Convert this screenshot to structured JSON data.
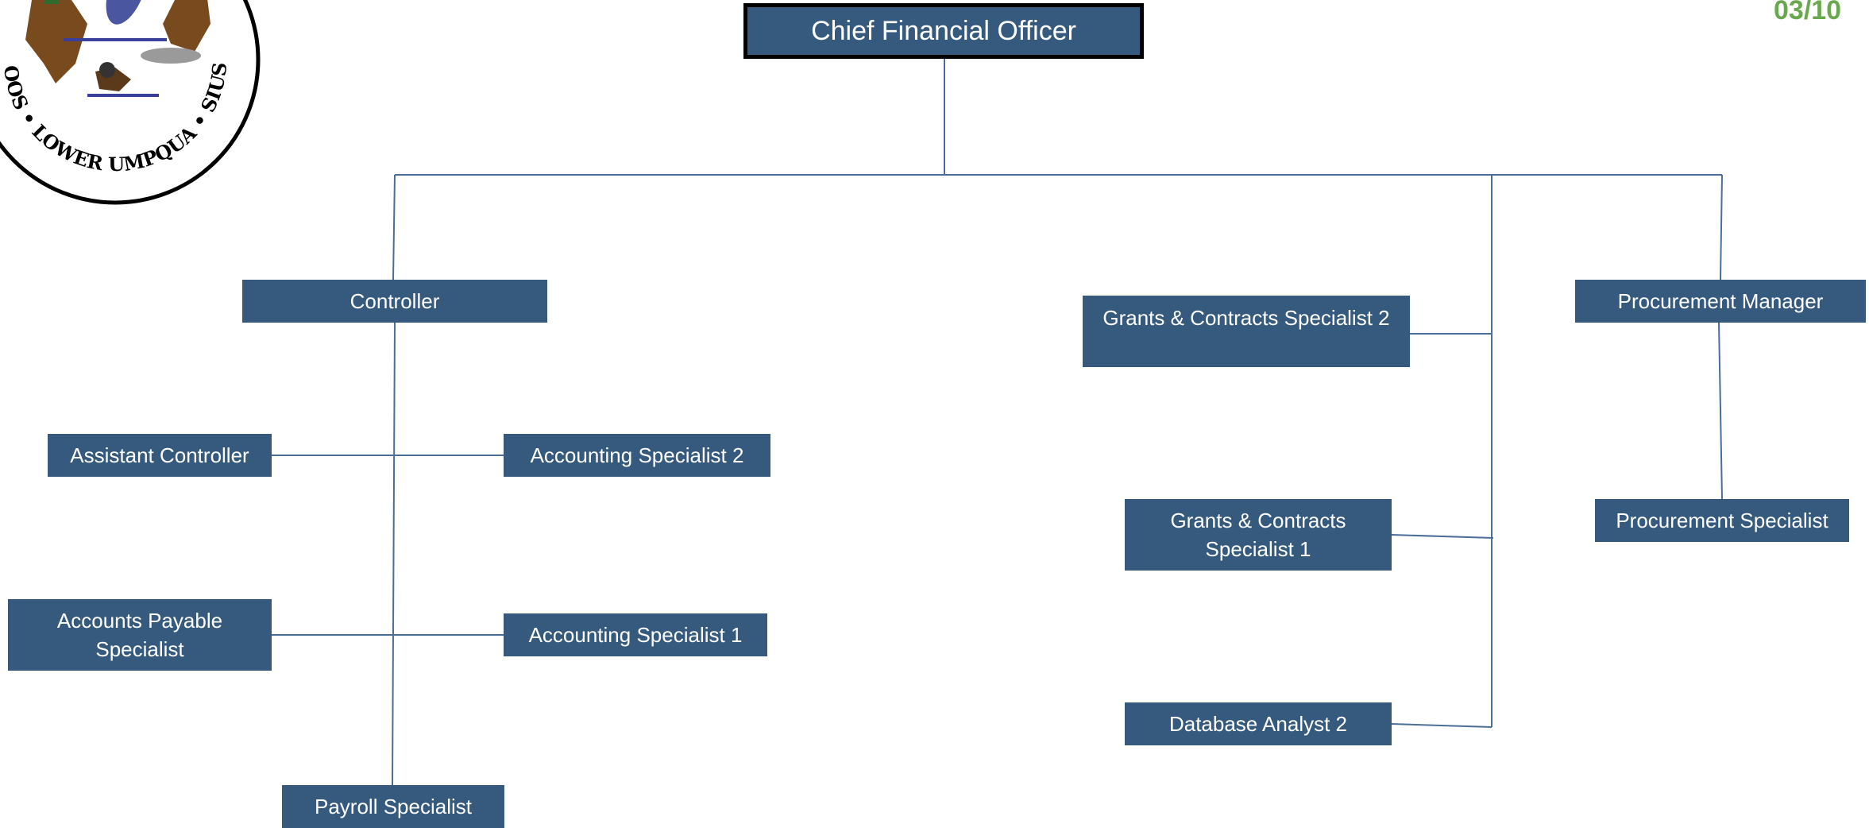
{
  "colors": {
    "box": "#355a7e",
    "line": "#4b6e96",
    "date": "#6aa84f"
  },
  "header": {
    "date_fragment": "03/10"
  },
  "logo": {
    "seal_text": "OF COOS • LOWER UMPQUA • SIUSLAW",
    "icon": "tribal-seal"
  },
  "org_chart": {
    "root": "Chief Financial Officer",
    "controller": "Controller",
    "assistant_controller": "Assistant Controller",
    "accounting_specialist_2": "Accounting Specialist 2",
    "accounts_payable": "Accounts Payable Specialist",
    "accounting_specialist_1": "Accounting Specialist 1",
    "payroll_specialist": "Payroll Specialist",
    "grants_specialist_2": "Grants & Contracts Specialist 2",
    "grants_specialist_1": "Grants & Contracts Specialist 1",
    "database_analyst_2": "Database Analyst 2",
    "procurement_manager": "Procurement Manager",
    "procurement_specialist": "Procurement Specialist"
  }
}
